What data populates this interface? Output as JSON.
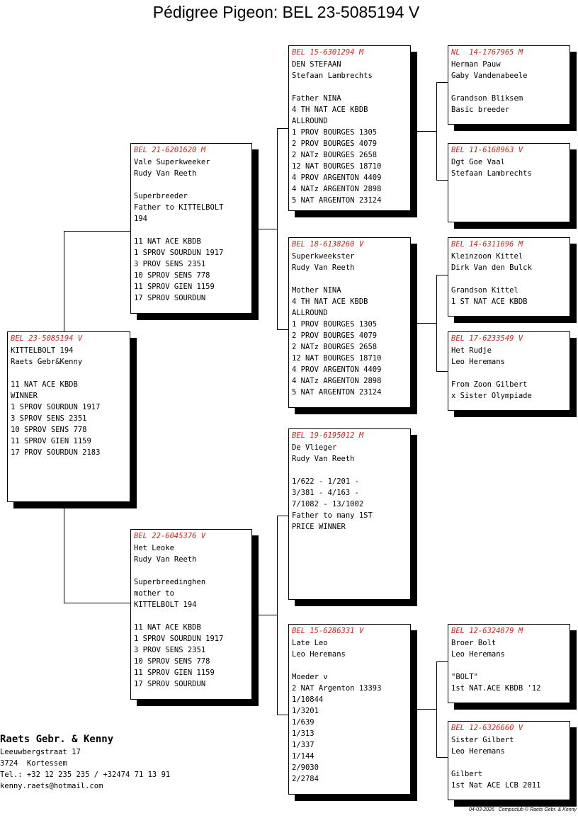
{
  "title": "Pédigree Pigeon: BEL 23-5085194 V",
  "pigeons": {
    "subject": {
      "ring": "BEL 23-5085194 V",
      "lines": [
        "KITTELBOLT 194",
        "Raets Gebr&Kenny",
        "",
        "11 NAT ACE KBDB",
        "WINNER",
        "1 SPROV SOURDUN 1917",
        "3 SPROV SENS 2351",
        "10 SPROV SENS 778",
        "11 SPROV GIEN 1159",
        "17 PROV SOURDUN 2183"
      ]
    },
    "father": {
      "ring": "BEL 21-6201620 M",
      "lines": [
        "Vale Superkweeker",
        "Rudy Van Reeth",
        "",
        "Superbreeder",
        "Father to KITTELBOLT",
        "194",
        "",
        "11 NAT ACE KBDB",
        "1 SPROV SOURDUN 1917",
        "3 PROV SENS 2351",
        "10 SPROV SENS 778",
        "11 SPROV GIEN 1159",
        "17 SPROV SOURDUN"
      ]
    },
    "mother": {
      "ring": "BEL 22-6045376 V",
      "lines": [
        "Het Leoke",
        "Rudy Van Reeth",
        "",
        "Superbreedinghen",
        "mother to",
        "KITTELBOLT 194",
        "",
        "11 NAT ACE KBDB",
        "1 SPROV SOURDUN 1917",
        "3 PROV SENS 2351",
        "10 SPROV SENS 778",
        "11 SPROV GIEN 1159",
        "17 SPROV SOURDUN"
      ]
    },
    "ff": {
      "ring": "BEL 15-6301294 M",
      "lines": [
        "DEN STEFAAN",
        "Stefaan Lambrechts",
        "",
        "Father NINA",
        "4 TH NAT ACE KBDB",
        "ALLROUND",
        "1 PROV BOURGES 1305",
        "2 PROV BOURGES 4079",
        "2 NATz BOURGES 2658",
        "12 NAT BOURGES 18710",
        "4 PROV ARGENTON 4409",
        "4 NATz ARGENTON 2898",
        "5 NAT ARGENTON 23124"
      ]
    },
    "fm": {
      "ring": "BEL 18-6138260 V",
      "lines": [
        "Superkweekster",
        "Rudy Van Reeth",
        "",
        "Mother NINA",
        "4 TH NAT ACE KBDB",
        "ALLROUND",
        "1 PROV BOURGES 1305",
        "2 PROV BOURGES 4079",
        "2 NATz BOURGES 2658",
        "12 NAT BOURGES 18710",
        "4 PROV ARGENTON 4409",
        "4 NATz ARGENTON 2898",
        "5 NAT ARGENTON 23124"
      ]
    },
    "mf": {
      "ring": "BEL 19-6195012 M",
      "lines": [
        "De Vlieger",
        "Rudy Van Reeth",
        "",
        "1/622 - 1/201 -",
        "3/381 - 4/163 -",
        "7/1082 - 13/1002",
        "Father to many 1ST",
        "PRICE WINNER"
      ]
    },
    "mm": {
      "ring": "BEL 15-6286331 V",
      "lines": [
        "Late Leo",
        "Leo Heremans",
        "",
        "Moeder v",
        "2 NAT Argenton 13393",
        "1/10844",
        "1/3201",
        "1/639",
        "1/313",
        "1/337",
        "1/144",
        "2/9030",
        "2/2784"
      ]
    },
    "fff": {
      "ring": "NL  14-1767965 M",
      "lines": [
        "Herman Pauw",
        "Gaby Vandenabeele",
        "",
        "Grandson Bliksem",
        "Basic breeder"
      ]
    },
    "ffm": {
      "ring": "BEL 11-6168963 V",
      "lines": [
        "Dgt Goe Vaal",
        "Stefaan Lambrechts"
      ]
    },
    "fmf": {
      "ring": "BEL 14-6311696 M",
      "lines": [
        "Kleinzoon Kittel",
        "Dirk Van den Bulck",
        "",
        "Grandson Kittel",
        "1 ST NAT ACE KBDB"
      ]
    },
    "fmm": {
      "ring": "BEL 17-6233549 V",
      "lines": [
        "Het Rudje",
        "Leo Heremans",
        "",
        "From Zoon Gilbert",
        "x Sister Olympiade"
      ]
    },
    "mmf": {
      "ring": "BEL 12-6324879 M",
      "lines": [
        "Broer Bolt",
        "Leo Heremans",
        "",
        "\"BOLT\"",
        "1st NAT.ACE KBDB '12"
      ]
    },
    "mmm": {
      "ring": "BEL 12-6326660 V",
      "lines": [
        "Sister Gilbert",
        "Leo Heremans",
        "",
        "Gilbert",
        "1st Nat ACE LCB 2011"
      ]
    }
  },
  "breeder": {
    "name": "Raets Gebr. & Kenny",
    "street": "Leeuwbergstraat 17",
    "city": "3724  Kortessem",
    "phone": "Tel.: +32 12 235 235 / +32474 71 13 91",
    "email": "kenny.raets@hotmail.com"
  },
  "footer": "04-03-2026   Compuclub © Raets Gebr. & Kenny",
  "colors": {
    "ring": "#c8261c",
    "border": "#000000"
  }
}
